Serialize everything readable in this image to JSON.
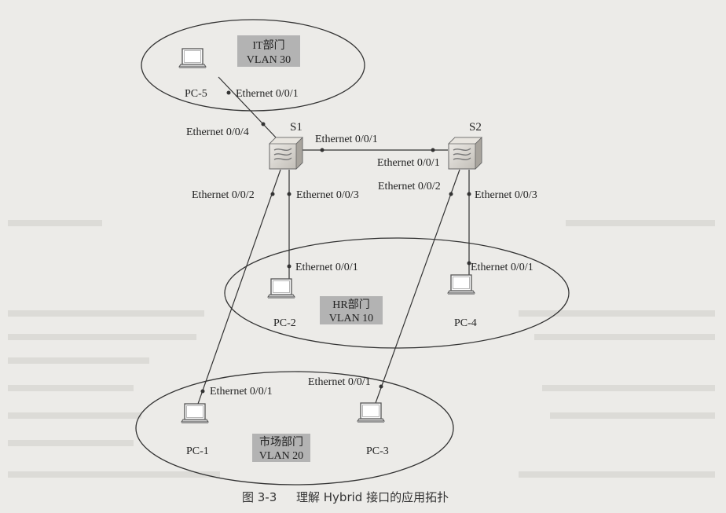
{
  "figure": {
    "caption_number": "图 3-3",
    "caption_text": "理解 Hybrid 接口的应用拓扑"
  },
  "colors": {
    "background": "#ecebe8",
    "line": "#333333",
    "vlan_label_bg": "#b3b3b3",
    "switch_body": "#d9d6d0"
  },
  "switches": [
    {
      "id": "S1",
      "label": "S1",
      "icon": "switch-icon"
    },
    {
      "id": "S2",
      "label": "S2",
      "icon": "switch-icon"
    }
  ],
  "pcs": [
    {
      "id": "PC-1",
      "label": "PC-1",
      "icon": "laptop-icon"
    },
    {
      "id": "PC-2",
      "label": "PC-2",
      "icon": "laptop-icon"
    },
    {
      "id": "PC-3",
      "label": "PC-3",
      "icon": "laptop-icon"
    },
    {
      "id": "PC-4",
      "label": "PC-4",
      "icon": "laptop-icon"
    },
    {
      "id": "PC-5",
      "label": "PC-5",
      "icon": "laptop-icon"
    }
  ],
  "vlans": [
    {
      "dept": "IT部门",
      "vlan": "VLAN 30"
    },
    {
      "dept": "HR部门",
      "vlan": "VLAN 10"
    },
    {
      "dept": "市场部门",
      "vlan": "VLAN 20"
    }
  ],
  "ports": {
    "s1_e04": "Ethernet 0/0/4",
    "s1_e01": "Ethernet 0/0/1",
    "s1_e02": "Ethernet 0/0/2",
    "s1_e03": "Ethernet 0/0/3",
    "s2_e01": "Ethernet 0/0/1",
    "s2_e02": "Ethernet 0/0/2",
    "s2_e03": "Ethernet 0/0/3",
    "pc5_e01": "Ethernet 0/0/1",
    "pc2_e01": "Ethernet 0/0/1",
    "pc4_e01": "Ethernet 0/0/1",
    "pc1_e01": "Ethernet 0/0/1",
    "pc3_e01": "Ethernet 0/0/1"
  }
}
